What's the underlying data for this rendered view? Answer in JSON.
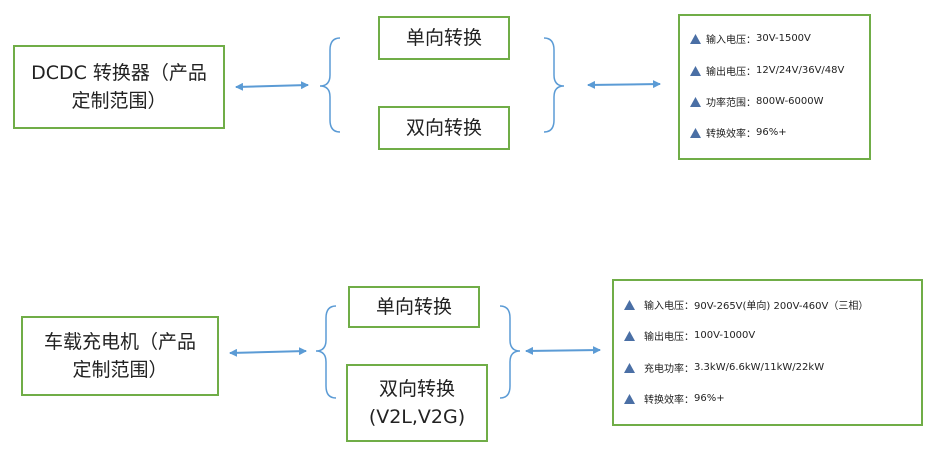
{
  "colors": {
    "box_border": "#70ad47",
    "arrow": "#5b9bd5",
    "bracket": "#5b9bd5",
    "bullet": "#4a6fa5"
  },
  "top": {
    "product_label": "DCDC 转换器（产品定制范围）",
    "product_line1": "DCDC 转换器（产品",
    "product_line2": "定制范围）",
    "one_way": "单向转换",
    "two_way": "双向转换",
    "specs": [
      {
        "label": "输入电压：",
        "value": "30V-1500V"
      },
      {
        "label": "输出电压：",
        "value": "12V/24V/36V/48V"
      },
      {
        "label": "功率范围：",
        "value": "800W-6000W"
      },
      {
        "label": "转换效率：",
        "value": "96%+"
      }
    ]
  },
  "bottom": {
    "product_line1": "车载充电机（产品",
    "product_line2": "定制范围）",
    "one_way": "单向转换",
    "two_way_line1": "双向转换",
    "two_way_line2": "(V2L,V2G)",
    "specs": [
      {
        "label": "输入电压：",
        "value": "90V-265V(单向) 200V-460V（三相）"
      },
      {
        "label": "输出电压：",
        "value": "100V-1000V"
      },
      {
        "label": "充电功率：",
        "value": "3.3kW/6.6kW/11kW/22kW"
      },
      {
        "label": "转换效率：",
        "value": "96%+"
      }
    ]
  }
}
